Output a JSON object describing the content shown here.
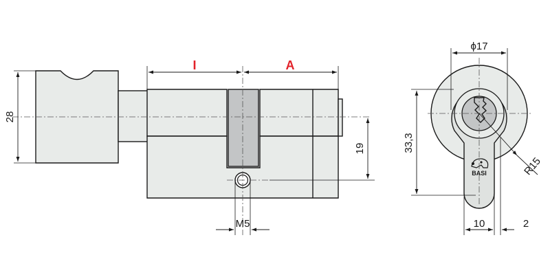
{
  "side_view": {
    "label_inner": "I",
    "label_outer": "A",
    "dim_height": "28",
    "dim_cam": "19",
    "dim_screw": "M5",
    "label_color": "#e2222a"
  },
  "end_view": {
    "dim_diameter": "ϕ17",
    "dim_height": "33,3",
    "dim_radius": "R15",
    "dim_width": "10",
    "dim_offset": "2",
    "brand": "BASI"
  },
  "colors": {
    "body": "#e8ebe9",
    "cam": "#c3c5c6",
    "lines": "#1a1a1a"
  }
}
